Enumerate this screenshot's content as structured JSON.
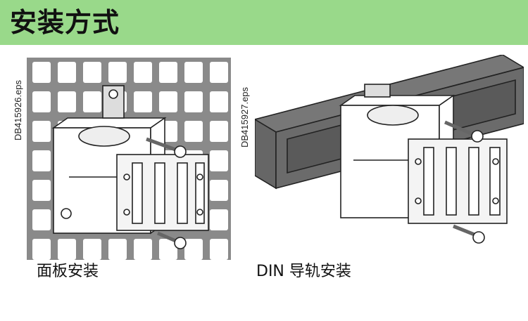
{
  "banner": {
    "title": "安装方式"
  },
  "figures": [
    {
      "id": "panel",
      "side_label": "DB415926.eps",
      "caption": "面板安装"
    },
    {
      "id": "din",
      "side_label": "DB415927.eps",
      "caption": "DIN 导轨安装"
    }
  ]
}
